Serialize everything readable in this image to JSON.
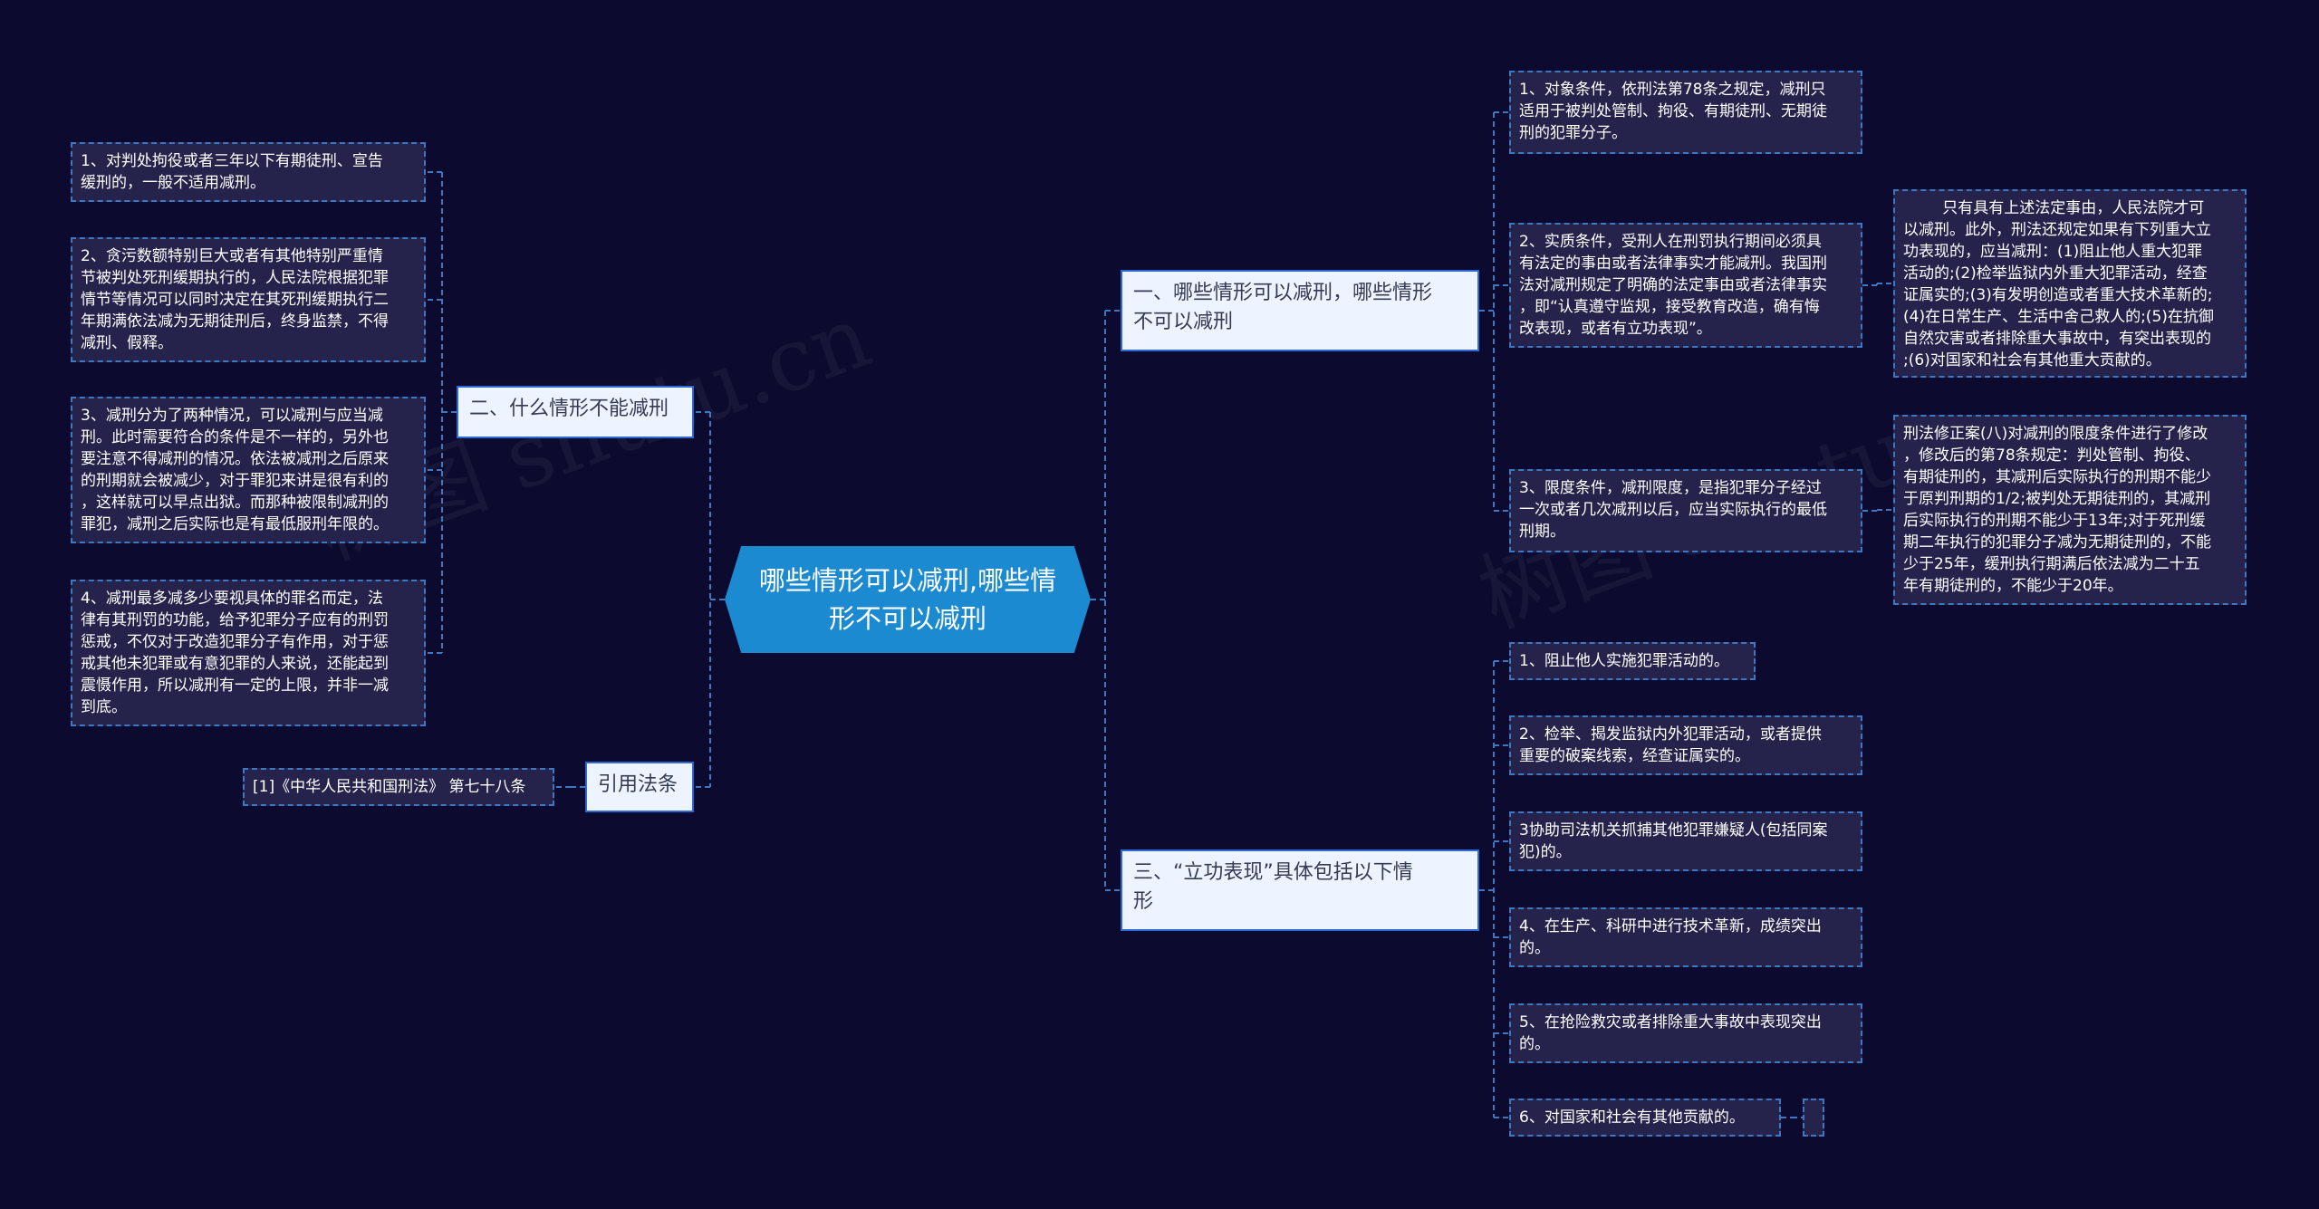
{
  "colors": {
    "background": "#0c0a2e",
    "root_fill": "#1b8ad1",
    "branch_fill": "#eef4ff",
    "leaf_fill": "#25234c",
    "connector": "#3e78c0"
  },
  "watermark": [
    "树图 shutu.cn",
    "树图 shutu"
  ],
  "root": {
    "text": "哪些情形可以减刑,哪些情\n形不可以减刑"
  },
  "branches": {
    "b1": "一、哪些情形可以减刑，哪些情形\n不可以减刑",
    "b2": "二、什么情形不能减刑",
    "b3": "三、“立功表现”具体包括以下情\n形",
    "b4": "引用法条"
  },
  "b1_children": {
    "c1": "1、对象条件，依刑法第78条之规定，减刑只\n适用于被判处管制、拘役、有期徒刑、无期徒\n刑的犯罪分子。",
    "c2": "2、实质条件，受刑人在刑罚执行期间必须具\n有法定的事由或者法律事实才能减刑。我国刑\n法对减刑规定了明确的法定事由或者法律事实\n，即“认真遵守监规，接受教育改造，确有悔\n改表现，或者有立功表现”。",
    "c2_detail": "        只有具有上述法定事由，人民法院才可\n以减刑。此外，刑法还规定如果有下列重大立\n功表现的，应当减刑：(1)阻止他人重大犯罪\n活动的;(2)检举监狱内外重大犯罪活动，经查\n证属实的;(3)有发明创造或者重大技术革新的;\n(4)在日常生产、生活中舍己救人的;(5)在抗御\n自然灾害或者排除重大事故中，有突出表现的\n;(6)对国家和社会有其他重大贡献的。",
    "c3": "3、限度条件，减刑限度，是指犯罪分子经过\n一次或者几次减刑以后，应当实际执行的最低\n刑期。",
    "c3_detail": "刑法修正案(八)对减刑的限度条件进行了修改\n，修改后的第78条规定：判处管制、拘役、\n有期徒刑的，其减刑后实际执行的刑期不能少\n于原判刑期的1/2;被判处无期徒刑的，其减刑\n后实际执行的刑期不能少于13年;对于死刑缓\n期二年执行的犯罪分子减为无期徒刑的，不能\n少于25年，缓刑执行期满后依法减为二十五\n年有期徒刑的，不能少于20年。"
  },
  "b2_children": {
    "d1": "1、对判处拘役或者三年以下有期徒刑、宣告\n缓刑的，一般不适用减刑。",
    "d2": "2、贪污数额特别巨大或者有其他特别严重情\n节被判处死刑缓期执行的，人民法院根据犯罪\n情节等情况可以同时决定在其死刑缓期执行二\n年期满依法减为无期徒刑后，终身监禁，不得\n减刑、假释。",
    "d3": "3、减刑分为了两种情况，可以减刑与应当减\n刑。此时需要符合的条件是不一样的，另外也\n要注意不得减刑的情况。依法被减刑之后原来\n的刑期就会被减少，对于罪犯来讲是很有利的\n，这样就可以早点出狱。而那种被限制减刑的\n罪犯，减刑之后实际也是有最低服刑年限的。",
    "d4": "4、减刑最多减多少要视具体的罪名而定，法\n律有其刑罚的功能，给予犯罪分子应有的刑罚\n惩戒，不仅对于改造犯罪分子有作用，对于惩\n戒其他未犯罪或有意犯罪的人来说，还能起到\n震慑作用，所以减刑有一定的上限，并非一减\n到底。"
  },
  "b3_children": {
    "e1": "1、阻止他人实施犯罪活动的。",
    "e2": "2、检举、揭发监狱内外犯罪活动，或者提供\n重要的破案线索，经查证属实的。",
    "e3": "3协助司法机关抓捕其他犯罪嫌疑人(包括同案\n犯)的。",
    "e4": "4、在生产、科研中进行技术革新，成绩突出\n的。",
    "e5": "5、在抢险救灾或者排除重大事故中表现突出\n的。",
    "e6": "6、对国家和社会有其他贡献的。",
    "e6_detail": ""
  },
  "b4_children": {
    "f1": "[1]《中华人民共和国刑法》 第七十八条"
  }
}
